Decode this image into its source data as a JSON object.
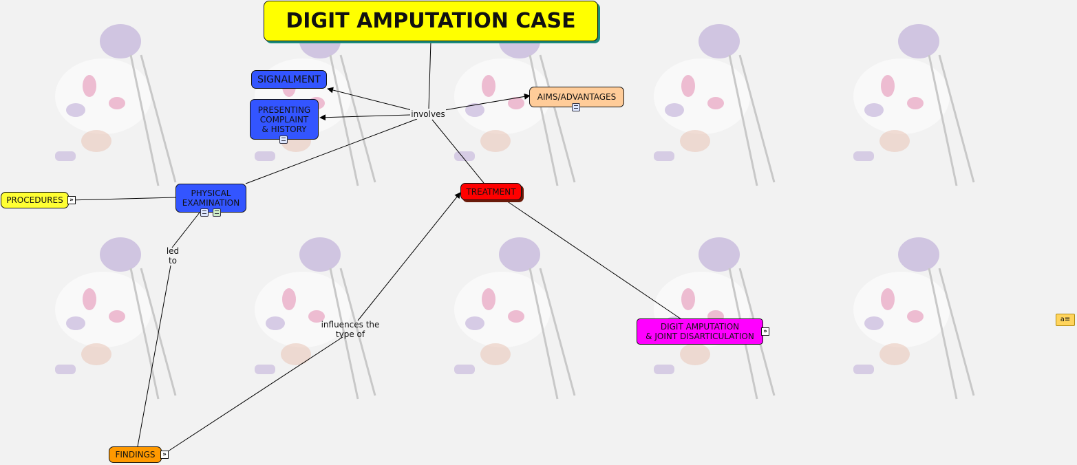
{
  "colors": {
    "title_bg": "#ffff00",
    "blue_node": "#3355ff",
    "peach_node": "#ffcc99",
    "red_node": "#ff0000",
    "magenta_node": "#ff00ff",
    "orange_node": "#ff9900",
    "yellow_node": "#ffff33"
  },
  "map": {
    "title": "DIGIT AMPUTATION CASE",
    "nodes": {
      "signalment": "SIGNALMENT",
      "presenting": "PRESENTING\nCOMPLAINT\n& HISTORY",
      "aims": "AIMS/ADVANTAGES",
      "physical": "PHYSICAL\nEXAMINATION",
      "procedures": "PROCEDURES",
      "treatment": "TREATMENT",
      "digit": "DIGIT AMPUTATION\n& JOINT DISARTICULATION",
      "findings": "FINDINGS"
    },
    "links": {
      "involves": "involves",
      "led_to": "led\nto",
      "influences": "influences the\ntype of"
    }
  },
  "icons": {
    "resource": "document-icon",
    "expand": "expand-icon",
    "side": "annotation-icon"
  }
}
